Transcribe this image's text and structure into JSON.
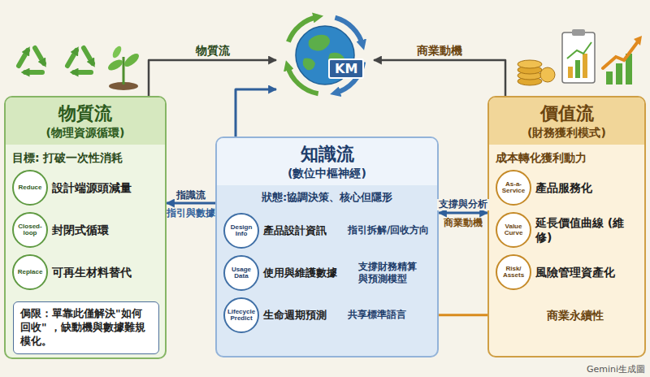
{
  "diagram": {
    "nodes": [
      {
        "text": [
          "KM"
        ]
      },
      {
        "text": [
          "物質流",
          "(物理資源循環)",
          "目標: 打破一次性消耗"
        ]
      },
      {
        "text": [
          "Reduce",
          "設計端源頭減量"
        ],
        "in": 1
      },
      {
        "text": [
          "Closed-loop",
          "封閉式循環"
        ],
        "in": 1
      },
      {
        "text": [
          "Replace",
          "可再生材料替代"
        ],
        "in": 1
      },
      {
        "text": [
          "侷限：單靠此僅解決\"如何回收\" ，缺動機與數據難規模化。"
        ],
        "in": 1
      },
      {
        "text": [
          "知識流",
          "(數位中樞神經)",
          "狀態:協調決策、核心但隱形"
        ]
      },
      {
        "text": [
          "Design Info",
          "產品設計資訊"
        ],
        "in": 6
      },
      {
        "text": [
          "Usage Data",
          "使用與維護數據"
        ],
        "in": 6
      },
      {
        "text": [
          "Lifecycle Predict",
          "生命週期預測"
        ],
        "in": 6
      },
      {
        "text": [
          "價值流",
          "(財務獲利模式)",
          "成本轉化獲利動力"
        ]
      },
      {
        "text": [
          "As-a-Service",
          "產品服務化"
        ],
        "in": 10
      },
      {
        "text": [
          "Value Curve",
          "延長價值曲線 (維修)"
        ],
        "in": 10
      },
      {
        "text": [
          "Risk/ Assets",
          "風險管理資產化"
        ],
        "in": 10
      }
    ],
    "edges": [
      {
        "from": 1,
        "to": 0,
        "arrow": "to",
        "label": "物質流"
      },
      {
        "from": 10,
        "to": 0,
        "arrow": "to",
        "label": "商業動機"
      },
      {
        "from": 6,
        "to": 0,
        "arrow": "to"
      },
      {
        "from": 6,
        "to": 1,
        "arrow": "to",
        "label": "指識流"
      },
      {
        "from": 6,
        "to": 10,
        "arrow": "both",
        "label": "支撐與分析"
      }
    ],
    "labels": [
      "指引與數據",
      "商業動機",
      "指引拆解/回收方向",
      "支撐財務精算 與預測模型",
      "共享標準語言",
      "商業永續性",
      "Gemini生成圖"
    ]
  }
}
